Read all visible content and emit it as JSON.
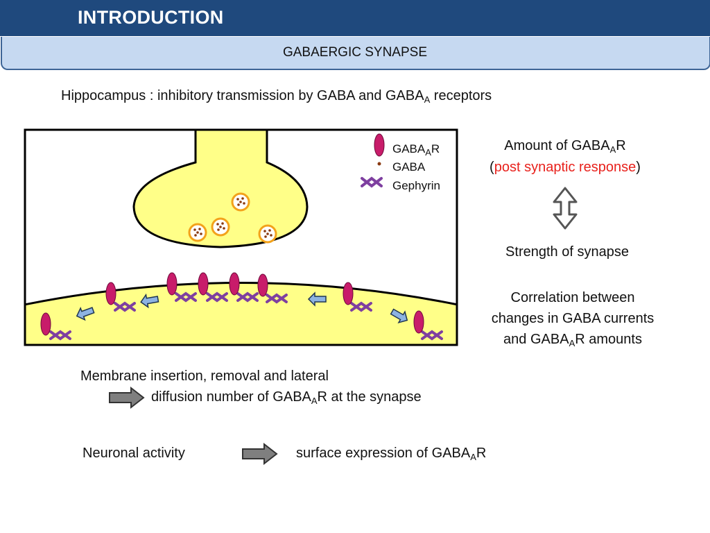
{
  "header": {
    "title": "INTRODUCTION",
    "subtitle": "GABAERGIC SYNAPSE"
  },
  "intro": {
    "pre": "Hippocampus : inhibitory transmission by GABA and GABA",
    "sub": "A",
    "post": " receptors"
  },
  "legend": {
    "receptor": {
      "pre": "GABA",
      "sub": "A",
      "post": "R"
    },
    "gaba": "GABA",
    "gephyrin": "Gephyrin"
  },
  "right": {
    "amount": {
      "pre": "Amount of GABA",
      "sub": "A",
      "post": "R"
    },
    "response": {
      "open": "(",
      "text": "post synaptic response",
      "close": ")"
    },
    "strength": "Strength of synapse",
    "correlation": {
      "line1": "Correlation between",
      "line2": "changes in GABA currents",
      "line3_pre": "and GABA",
      "line3_sub": "A",
      "line3_post": "R amounts"
    }
  },
  "bottom": {
    "membrane_line1": "Membrane insertion, removal and lateral",
    "membrane_line2": {
      "pre": "diffusion  number of GABA",
      "sub": "A",
      "post": "R at the synapse"
    },
    "neuronal": "Neuronal activity",
    "surface": {
      "pre": "surface expression of GABA",
      "sub": "A",
      "post": "R"
    }
  },
  "colors": {
    "header_bg": "#1f497d",
    "subheader_bg": "#c6d9f1",
    "terminal_fill": "#ffff88",
    "receptor": "#c81c6a",
    "gephyrin": "#7e3fa0",
    "gaba_dot": "#8a3a12",
    "vesicle_ring": "#f3a21b",
    "arrow_blue": "#8db3e2",
    "arrow_gray": "#7f7f7f",
    "highlight_red": "#e8211c"
  }
}
